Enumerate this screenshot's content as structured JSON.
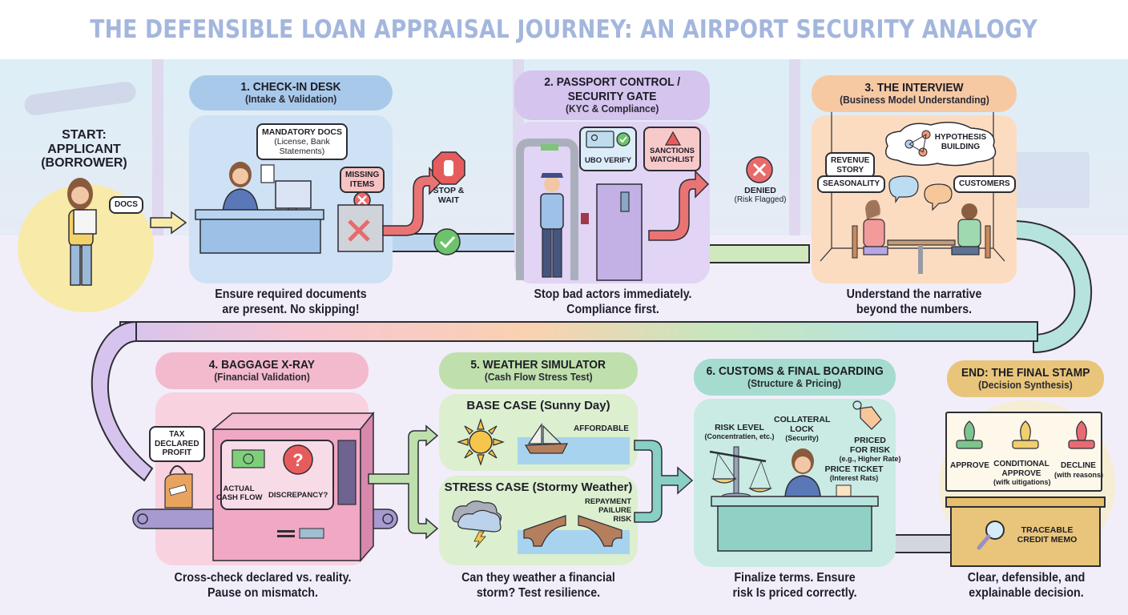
{
  "title": "THE DEFENSIBLE LOAN APPRAISAL JOURNEY: AN AIRPORT SECURITY ANALOGY",
  "start": {
    "label_line1": "START:",
    "label_line2": "APPLICANT",
    "label_line3": "(BORROWER)",
    "bubble": "DOCS"
  },
  "stages": [
    {
      "id": "check-in",
      "heading": "1. CHECK-IN DESK",
      "subheading": "(Intake & Validation)",
      "caption_line1": "Ensure required documents",
      "caption_line2": "are present. No skipping!",
      "color": "#a9c9ea",
      "bubble_line1": "MANDATORY DOCS",
      "bubble_line2": "(License, Bank",
      "bubble_line3": "Statements)",
      "missing_line1": "MISSING",
      "missing_line2": "ITEMS",
      "stop_line1": "STOP &",
      "stop_line2": "WAIT"
    },
    {
      "id": "passport-control",
      "heading_line1": "2. PASSPORT CONTROL /",
      "heading_line2": "SECURITY GATE",
      "subheading": "(KYC & Compliance)",
      "caption_line1": "Stop bad actors immediately.",
      "caption_line2": "Compliance first.",
      "color": "#d5c4ee",
      "ubo": "UBO VERIFY",
      "sanctions_line1": "SANCTIONS",
      "sanctions_line2": "WATCHLIST",
      "denied": "DENIED",
      "denied_sub": "(Risk Flagged)"
    },
    {
      "id": "interview",
      "heading": "3. THE INTERVIEW",
      "subheading": "(Business Model Understanding)",
      "caption_line1": "Understand the narrative",
      "caption_line2": "beyond the numbers.",
      "color": "#f6c9a3",
      "hypothesis_line1": "HYPOTHESIS",
      "hypothesis_line2": "BUILDING",
      "revenue_line1": "REVENUE",
      "revenue_line2": "STORY",
      "seasonality": "SEASONALITY",
      "customers": "CUSTOMERS"
    },
    {
      "id": "baggage-xray",
      "heading": "4. BAGGAGE X-RAY",
      "subheading": "(Financial Validation)",
      "caption_line1": "Cross-check declared vs. reality.",
      "caption_line2": "Pause on mismatch.",
      "color": "#f3b9cc",
      "tax_line1": "TAX",
      "tax_line2": "DECLARED",
      "tax_line3": "PROFIT",
      "cash_line1": "ACTUAL",
      "cash_line2": "CASH FLOW",
      "discrepancy": "DISCREPANCY?"
    },
    {
      "id": "weather-simulator",
      "heading": "5. WEATHER SIMULATOR",
      "subheading": "(Cash Flow Stress Test)",
      "caption_line1": "Can they weather a financial",
      "caption_line2": "storm? Test resilience.",
      "color": "#bfe0ad",
      "base_case": "BASE CASE (Sunny Day)",
      "affordable": "AFFORDABLE",
      "stress_case": "STRESS CASE (Stormy Weather)",
      "failure_line1": "REPAYMENT",
      "failure_line2": "PAILURE",
      "failure_line3": "RISK"
    },
    {
      "id": "customs",
      "heading": "6. CUSTOMS & FINAL BOARDING",
      "subheading": "(Structure & Pricing)",
      "caption_line1": "Finalize terms. Ensure",
      "caption_line2": "risk Is priced correctly.",
      "color": "#a5dccf",
      "risk_level": "RISK LEVEL",
      "risk_level_sub": "(Concentratien, etc.)",
      "collateral_line1": "COLLATERAL",
      "collateral_line2": "LOCK",
      "collateral_sub": "(Security)",
      "priced_line1": "PRICED",
      "priced_line2": "FOR RISK",
      "priced_sub": "(e.g., Higher Rate)",
      "ticket": "PRICE TICKET",
      "ticket_sub": "(Interest Rats)"
    },
    {
      "id": "final-stamp",
      "heading": "END: THE FINAL STAMP",
      "subheading": "(Decision Synthesis)",
      "caption_line1": "Clear, defensible, and",
      "caption_line2": "explainable decision.",
      "color": "#e8c57a",
      "approve": "APPROVE",
      "conditional_line1": "CONDITIONAL",
      "conditional_line2": "APPROVE",
      "conditional_sub": "(wifk uitigations)",
      "decline": "DECLINE",
      "decline_sub": "(with reasons)",
      "memo_line1": "TRACEABLE",
      "memo_line2": "CREDIT MEMO"
    }
  ],
  "colors": {
    "title": "#a3b6dd",
    "check_in": "#a9c9ea",
    "passport": "#d5c4ee",
    "interview": "#f6c9a3",
    "xray": "#f3b9cc",
    "weather": "#bfe0ad",
    "customs": "#a5dccf",
    "stamp": "#e8c57a",
    "danger": "#e86b6b",
    "ok": "#6cc36b"
  }
}
